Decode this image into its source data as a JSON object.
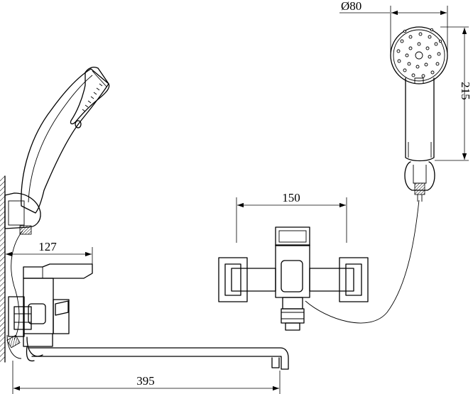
{
  "dimensions": {
    "shower_head_diameter": "Ø80",
    "shower_head_height": "215",
    "body_width": "150",
    "outlet_offset": "127",
    "spout_length": "395"
  }
}
